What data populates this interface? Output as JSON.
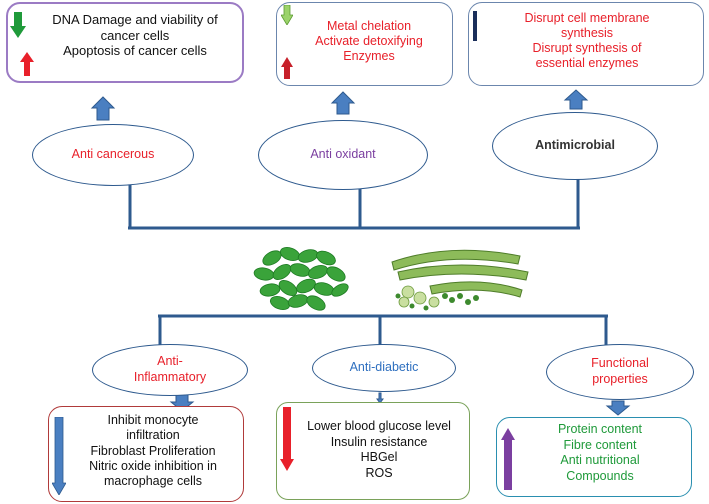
{
  "colors": {
    "connector": "#2e5a8e",
    "arrow_blue": "#4a7fc1",
    "red": "#e8202a",
    "green": "#1f9a3a",
    "purple": "#7b3fa0",
    "dark": "#222222"
  },
  "top_boxes": {
    "cancer": {
      "lines": [
        "DNA Damage and viability of",
        "cancer cells",
        "Apoptosis of cancer cells"
      ],
      "down_arrow_icon": "green-down-arrow",
      "up_arrow_icon": "red-up-arrow"
    },
    "oxidant": {
      "lines": [
        "Metal chelation",
        "Activate detoxifying",
        "Enzymes"
      ],
      "down_arrow_icon": "light-green-down-arrow",
      "up_arrow_icon": "red-up-arrow"
    },
    "microbial": {
      "lines": [
        "Disrupt cell membrane",
        "synthesis",
        "Disrupt synthesis of",
        "essential enzymes"
      ],
      "bar_icon": "dark-blue-bar"
    }
  },
  "top_ellipses": {
    "anti_cancerous": "Anti cancerous",
    "anti_oxidant": "Anti oxidant",
    "antimicrobial": "Antimicrobial"
  },
  "bottom_ellipses": {
    "anti_inflammatory": [
      "Anti-",
      "Inflammatory"
    ],
    "anti_diabetic": "Anti-diabetic",
    "functional": [
      "Functional",
      "properties"
    ]
  },
  "bottom_boxes": {
    "inflammatory": {
      "lines": [
        "Inhibit monocyte",
        "infiltration",
        "Fibroblast Proliferation",
        "Nitric oxide inhibition  in",
        "macrophage  cells"
      ],
      "arrow_icon": "blue-down-arrow"
    },
    "diabetic": {
      "lines": [
        "Lower blood glucose level",
        "Insulin resistance",
        "HBGel",
        "ROS"
      ],
      "arrow_icon": "red-down-arrow"
    },
    "functional": {
      "lines": [
        "Protein content",
        "Fibre content",
        "Anti nutritional",
        "Compounds"
      ],
      "arrow_icon": "purple-up-arrow"
    }
  },
  "center_images": [
    "moringa-leaves-image",
    "moringa-pods-seeds-image"
  ]
}
